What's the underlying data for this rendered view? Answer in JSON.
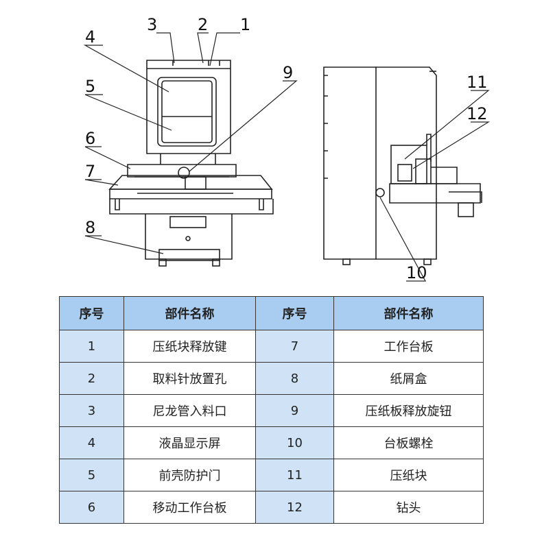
{
  "callouts": [
    "1",
    "2",
    "3",
    "4",
    "5",
    "6",
    "7",
    "8",
    "9",
    "10",
    "11",
    "12"
  ],
  "table": {
    "headers": [
      "序号",
      "部件名称",
      "序号",
      "部件名称"
    ],
    "rows": [
      {
        "n1": "1",
        "p1": "压纸块释放键",
        "n2": "7",
        "p2": "工作台板"
      },
      {
        "n1": "2",
        "p1": "取料针放置孔",
        "n2": "8",
        "p2": "纸屑盒"
      },
      {
        "n1": "3",
        "p1": "尼龙管入料口",
        "n2": "9",
        "p2": "压纸板释放旋钮"
      },
      {
        "n1": "4",
        "p1": "液晶显示屏",
        "n2": "10",
        "p2": "台板螺栓"
      },
      {
        "n1": "5",
        "p1": "前壳防护门",
        "n2": "11",
        "p2": "压纸块"
      },
      {
        "n1": "6",
        "p1": "移动工作台板",
        "n2": "12",
        "p2": "钻头"
      }
    ]
  },
  "colors": {
    "header_bg": "#a9cdf0",
    "number_bg": "#cfe2f6",
    "line": "#222222"
  }
}
